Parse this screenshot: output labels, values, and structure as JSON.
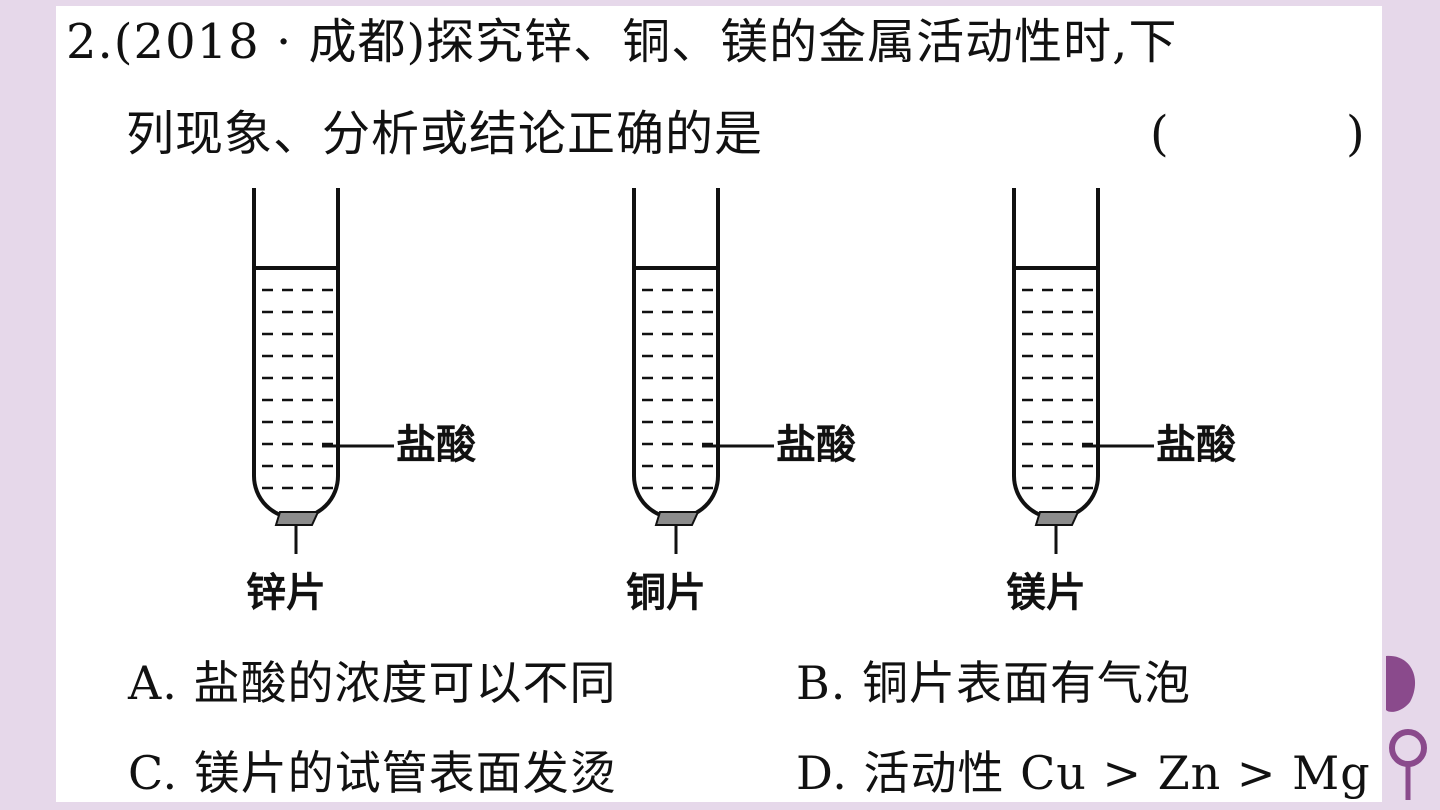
{
  "question": {
    "line1": "2.(2018 · 成都)探究锌、铜、镁的金属活动性时,下",
    "line2": "列现象、分析或结论正确的是",
    "paren_open": "(",
    "paren_close": ")"
  },
  "figure": {
    "tubes": [
      {
        "acid_label": "盐酸",
        "metal_label": "锌片"
      },
      {
        "acid_label": "盐酸",
        "metal_label": "铜片"
      },
      {
        "acid_label": "盐酸",
        "metal_label": "镁片"
      }
    ]
  },
  "options": {
    "a": "A. 盐酸的浓度可以不同",
    "b": "B. 铜片表面有气泡",
    "c": "C. 镁片的试管表面发烫",
    "d": "D. 活动性 Cu > Zn > Mg"
  },
  "colors": {
    "background": "#e6d8ea",
    "slide": "#ffffff",
    "metal_piece": "#8c8c8c",
    "logo": "#8a4a8c"
  }
}
